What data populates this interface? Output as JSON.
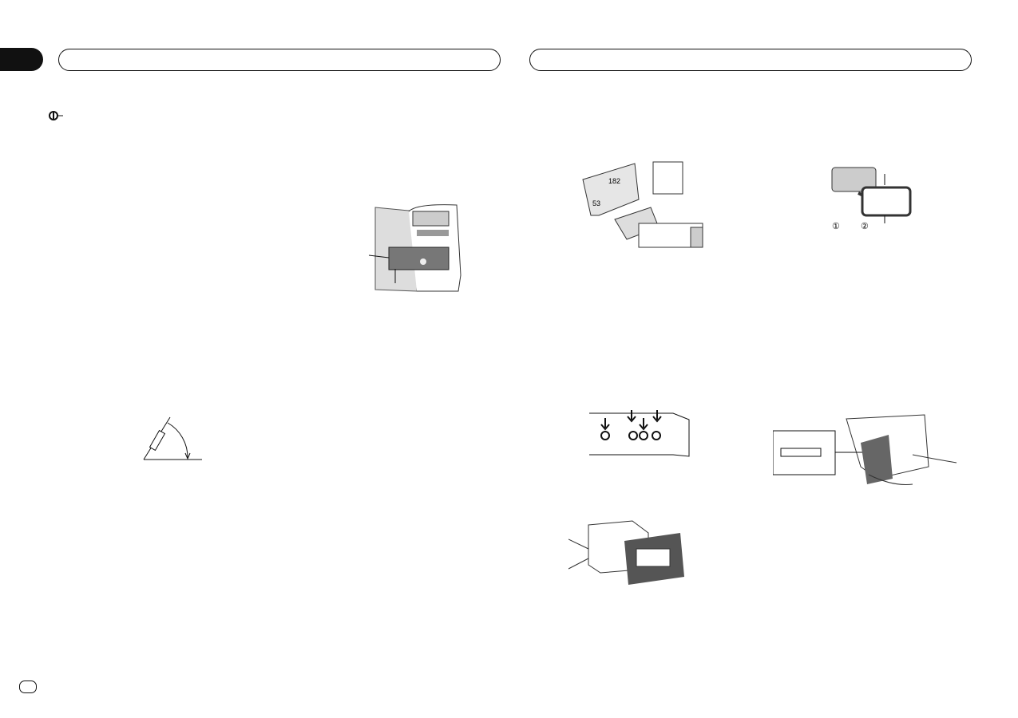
{
  "page": {
    "left_header_text": "",
    "right_header_text": "",
    "icons": {
      "important": "important-plug-icon"
    }
  },
  "figures": {
    "dashboard": {
      "labels": []
    },
    "mounting_sleeve": {
      "width_label": "182",
      "height_label": "53"
    },
    "front_panel": {
      "label_1": "①",
      "label_2": "②"
    },
    "angle": {},
    "rear_jacks": {},
    "screw_mount": {},
    "removal": {}
  }
}
